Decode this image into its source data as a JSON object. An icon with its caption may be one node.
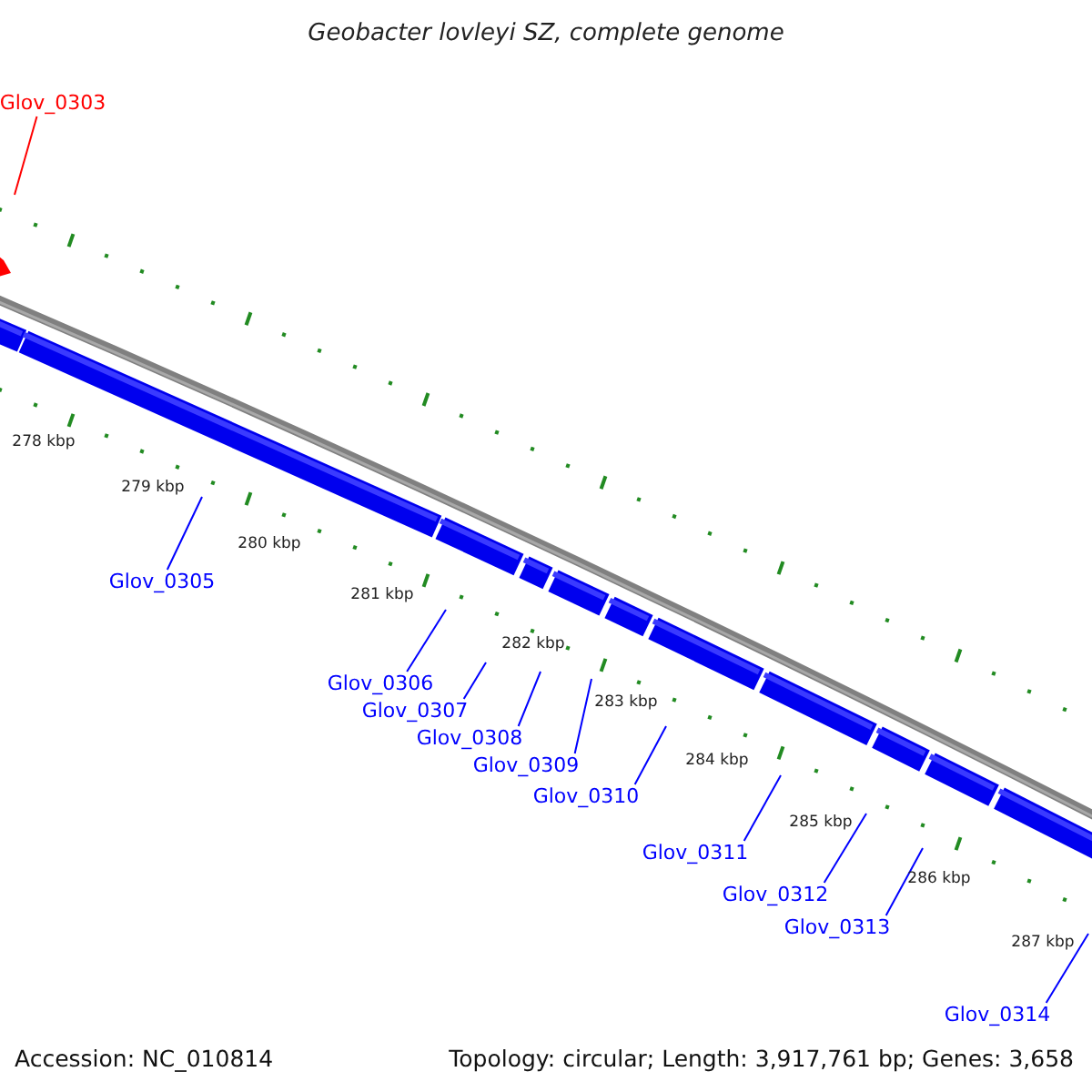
{
  "diagram": {
    "title": "Geobacter lovleyi SZ, complete genome",
    "nodes": [
      {
        "text": [
          "Glov_0303"
        ]
      },
      {
        "text": [
          "Glov_0305"
        ]
      },
      {
        "text": [
          "Glov_0306"
        ]
      },
      {
        "text": [
          "Glov_0307"
        ]
      },
      {
        "text": [
          "Glov_0308"
        ]
      },
      {
        "text": [
          "Glov_0309"
        ]
      },
      {
        "text": [
          "Glov_0310"
        ]
      },
      {
        "text": [
          "Glov_0311"
        ]
      },
      {
        "text": [
          "Glov_0312"
        ]
      },
      {
        "text": [
          "Glov_0313"
        ]
      },
      {
        "text": [
          "Glov_0314"
        ]
      }
    ],
    "edges": [
      {
        "from": 0,
        "to": null,
        "arrow": "none",
        "color": "#ff0000"
      },
      {
        "from": 1,
        "to": null,
        "arrow": "none"
      },
      {
        "from": 2,
        "to": null,
        "arrow": "none"
      },
      {
        "from": 3,
        "to": null,
        "arrow": "none"
      },
      {
        "from": 4,
        "to": null,
        "arrow": "none"
      },
      {
        "from": 5,
        "to": null,
        "arrow": "none"
      },
      {
        "from": 6,
        "to": null,
        "arrow": "none"
      },
      {
        "from": 7,
        "to": null,
        "arrow": "none"
      },
      {
        "from": 8,
        "to": null,
        "arrow": "none"
      },
      {
        "from": 9,
        "to": null,
        "arrow": "none"
      },
      {
        "from": 10,
        "to": null,
        "arrow": "none"
      }
    ],
    "labels": [
      "278 kbp",
      "279 kbp",
      "280 kbp",
      "281 kbp",
      "282 kbp",
      "283 kbp",
      "284 kbp",
      "285 kbp",
      "286 kbp",
      "287 kbp",
      "Accession: NC_010814",
      "Topology: circular; Length: 3,917,761 bp; Genes: 3,658"
    ]
  }
}
